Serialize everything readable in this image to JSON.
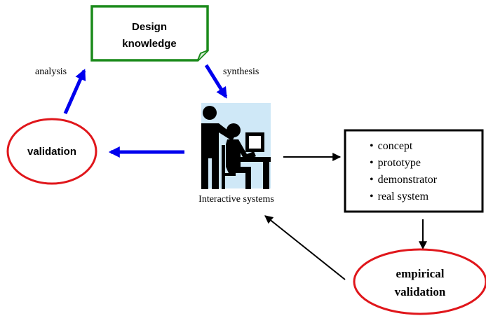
{
  "design_knowledge": {
    "line1": "Design",
    "line2": "knowledge"
  },
  "edges": {
    "analysis": "analysis",
    "synthesis": "synthesis"
  },
  "validation": "validation",
  "interactive_systems": "Interactive systems",
  "artifacts": [
    {
      "bullet": "•",
      "text": "concept"
    },
    {
      "bullet": "•",
      "text": "prototype"
    },
    {
      "bullet": "•",
      "text": "demonstrator"
    },
    {
      "bullet": "•",
      "text": "real system"
    }
  ],
  "empirical_validation": {
    "line1": "empirical",
    "line2": "validation"
  },
  "colors": {
    "blue_arrow": "#0000ee",
    "green_border": "#1a8a1a",
    "red_ellipse": "#e0161b",
    "figure_bg": "#cfe8f7"
  },
  "icons": [
    "people-at-computer-icon"
  ]
}
